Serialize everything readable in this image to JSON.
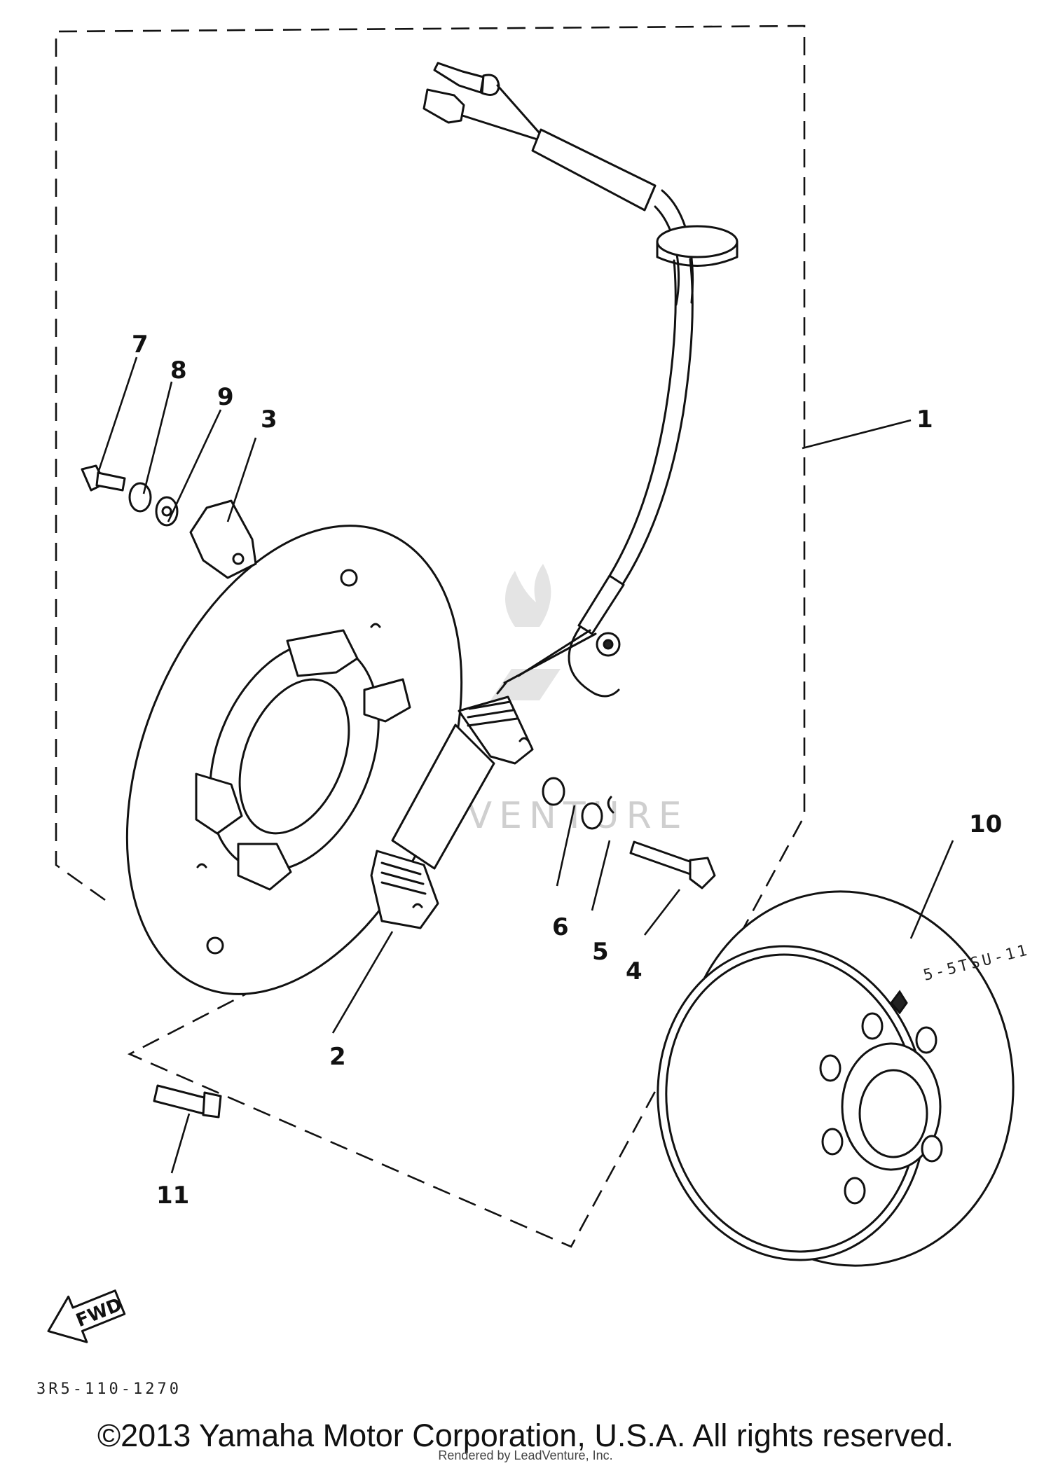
{
  "callouts": {
    "c1": "1",
    "c2": "2",
    "c3": "3",
    "c4": "4",
    "c5": "5",
    "c6": "6",
    "c7": "7",
    "c8": "8",
    "c9": "9",
    "c10": "10",
    "c11": "11"
  },
  "arrow_label": "FWD",
  "figure_code": "3R5-110-1270",
  "rotor_marking": "5-5TSU-11",
  "watermark": "LEADVENTURE",
  "copyright": "©2013 Yamaha Motor Corporation, U.S.A. All rights reserved.",
  "rendered_by": "Rendered by LeadVenture, Inc."
}
